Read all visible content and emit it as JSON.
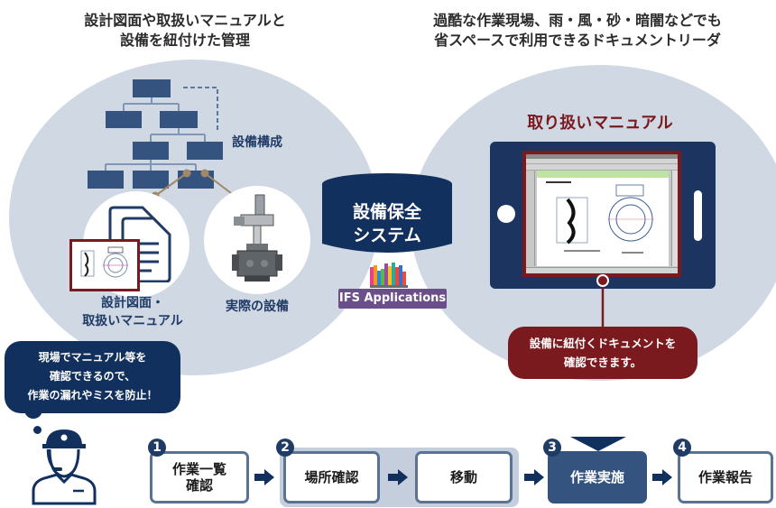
{
  "left_section": {
    "heading_line1": "設計図面や取扱いマニュアルと",
    "heading_line2": "設備を紐付けた管理",
    "hierarchy_label": "設備構成",
    "documents_label_line1": "設計図面・",
    "documents_label_line2": "取扱いマニュアル",
    "equipment_label": "実際の設備"
  },
  "right_section": {
    "heading_line1": "過酷な作業現場、雨・風・砂・暗闇などでも",
    "heading_line2": "省スペースで利用できるドキュメントリーダ",
    "manual_title": "取り扱いマニュアル",
    "callout_line1": "設備に紐付くドキュメントを",
    "callout_line2": "確認できます。"
  },
  "center": {
    "system_line1": "設備保全",
    "system_line2": "システム",
    "product_label": "IFS Applications"
  },
  "worker_bubble": {
    "line1": "現場でマニュアル等を",
    "line2": "確認できるので、",
    "line3": "作業の漏れやミスを防止！"
  },
  "steps": [
    {
      "number": "1",
      "label_line1": "作業一覧",
      "label_line2": "確認"
    },
    {
      "number": "2",
      "label_line1": "場所確認",
      "label_line2": ""
    },
    {
      "number": "",
      "label_line1": "移動",
      "label_line2": ""
    },
    {
      "number": "3",
      "label_line1": "作業実施",
      "label_line2": "",
      "active": true
    },
    {
      "number": "4",
      "label_line1": "作業報告",
      "label_line2": ""
    }
  ],
  "colors": {
    "navy": "#1f3b66",
    "box_blue": "#2f4f7a",
    "maroon": "#7a1a1f",
    "circle_bg": "#cfd8e3",
    "ifs_purple": "#6b4f8a",
    "connector_tan": "#a08868"
  }
}
